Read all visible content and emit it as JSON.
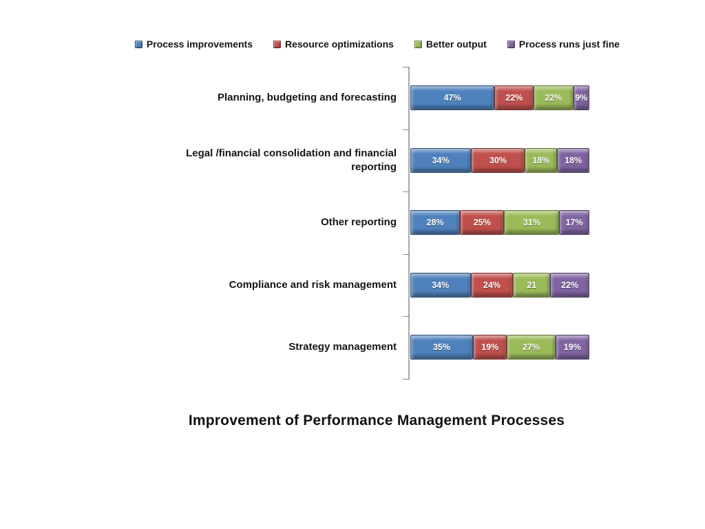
{
  "chart_data": {
    "type": "bar",
    "variant": "horizontal-stacked-100-percent",
    "title": "Improvement of Performance Management Processes",
    "legend_position": "top",
    "value_labels": "inside-center-white-bold",
    "gridlines": false,
    "axis": {
      "line_color": "#A8A8A8",
      "tick_color": "#8A8A8A"
    },
    "categories": [
      "Planning, budgeting and forecasting",
      "Legal /financial consolidation and financial reporting",
      "Other reporting",
      "Compliance and risk management",
      "Strategy management"
    ],
    "series": [
      {
        "name": "Process improvements",
        "color": "#4F81BD",
        "border_color": "#2C4D75",
        "values": [
          47,
          34,
          28,
          34,
          35
        ],
        "labels": [
          "47%",
          "34%",
          "28%",
          "34%",
          "35%"
        ]
      },
      {
        "name": "Resource optimizations",
        "color": "#C0504D",
        "border_color": "#772C2A",
        "values": [
          22,
          30,
          25,
          24,
          19
        ],
        "labels": [
          "22%",
          "30%",
          "25%",
          "24%",
          "19%"
        ]
      },
      {
        "name": "Better output",
        "color": "#9BBB59",
        "border_color": "#5F7530",
        "values": [
          22,
          18,
          31,
          21,
          27
        ],
        "labels": [
          "22%",
          "18%",
          "31%",
          "21",
          "27%"
        ]
      },
      {
        "name": "Process runs just fine",
        "color": "#8064A2",
        "border_color": "#4A3B60",
        "values": [
          9,
          18,
          17,
          22,
          19
        ],
        "labels": [
          "9%",
          "18%",
          "17%",
          "22%",
          "19%"
        ]
      }
    ]
  }
}
